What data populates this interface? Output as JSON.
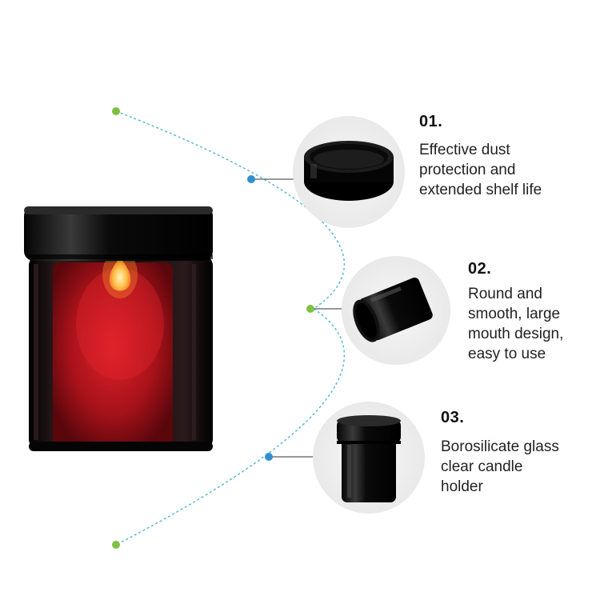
{
  "features": [
    {
      "number": "01.",
      "lines": [
        "Effective dust",
        "protection and",
        "extended shelf life"
      ]
    },
    {
      "number": "02.",
      "lines": [
        "Round and",
        "smooth, large",
        "mouth design,",
        "easy to use"
      ]
    },
    {
      "number": "03.",
      "lines": [
        "Borosilicate glass",
        "clear candle",
        "holder"
      ]
    }
  ],
  "colors": {
    "arc_line": "#4fb3d9",
    "end_dot": "#7cc242",
    "mid_dot": "#7cc242",
    "node_dot": "#2f8fd0",
    "connector": "#333333",
    "circle_bg": "#eeeeee",
    "jar_glass": "#0d0a0c",
    "candle_red": "#b3141c",
    "flame": "#ffb547"
  },
  "icons": [
    "candle-jar-image",
    "lid-image",
    "open-jar-image",
    "closed-jar-image"
  ]
}
